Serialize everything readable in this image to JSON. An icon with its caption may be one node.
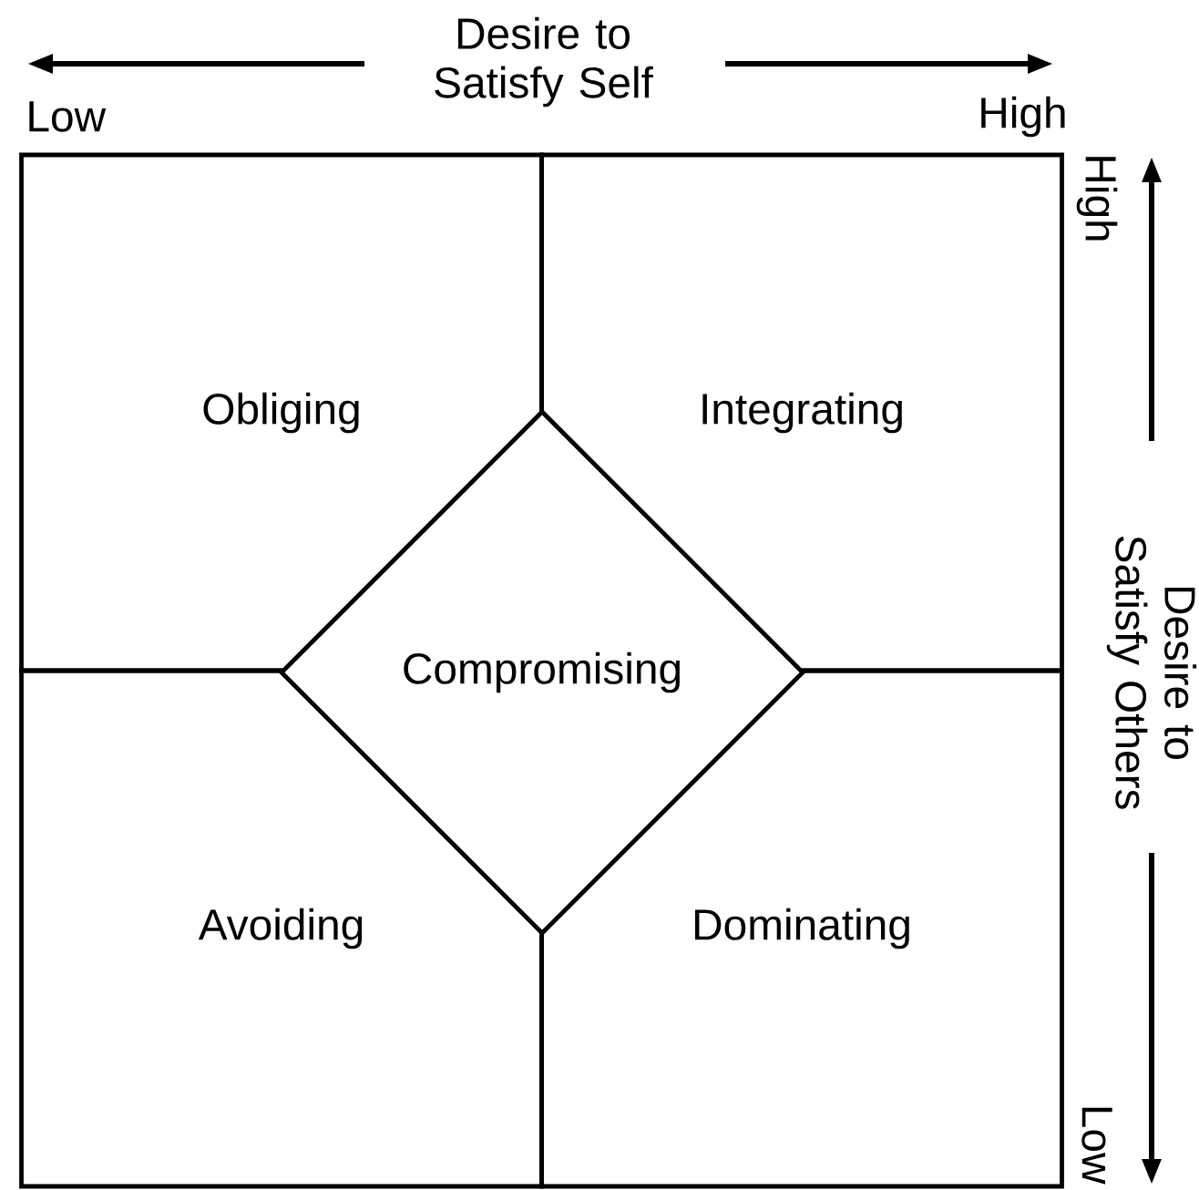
{
  "diagram": {
    "nodes": [
      {
        "text": [
          "Obliging"
        ]
      },
      {
        "text": [
          "Integrating"
        ]
      },
      {
        "text": [
          "Avoiding"
        ]
      },
      {
        "text": [
          "Dominating"
        ]
      },
      {
        "text": [
          "Compromising"
        ]
      }
    ],
    "labels": [
      "Desire to Satisfy Self",
      "Low",
      "High",
      "High",
      "Desire to Satisfy Others",
      "Low"
    ]
  }
}
